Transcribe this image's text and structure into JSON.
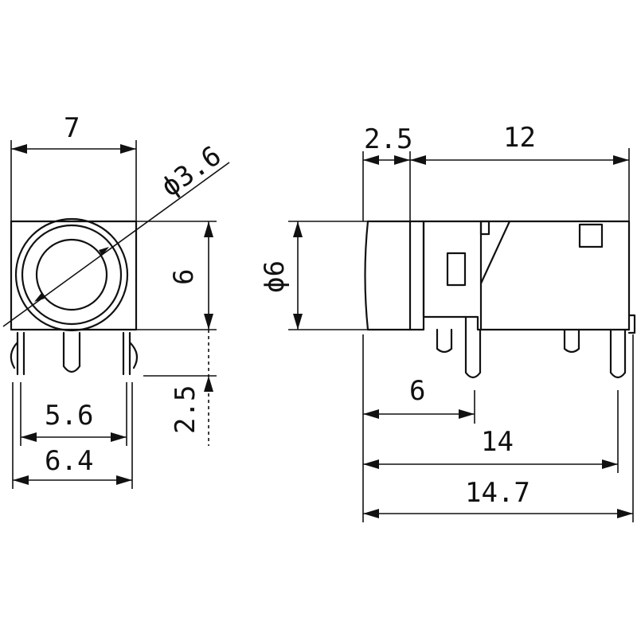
{
  "dimensions": {
    "front_width": "7",
    "hole_diameter": "ϕ3.6",
    "front_height": "6",
    "pin_height": "2.5",
    "pin_inner_span": "5.6",
    "pin_outer_span": "6.4",
    "side_front_depth": "2.5",
    "side_body_length": "12",
    "side_diameter": "ϕ6",
    "side_pin_offset": "6",
    "side_pin_span": "14",
    "side_overall_length": "14.7"
  }
}
